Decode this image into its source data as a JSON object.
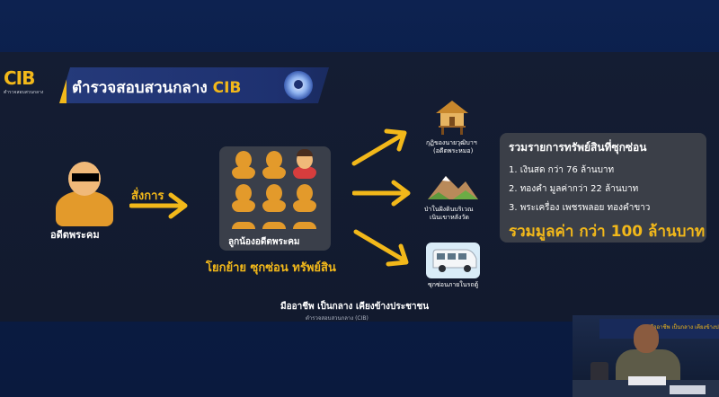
{
  "header": {
    "logo_big": "CIB",
    "logo_small": "ตำรวจสอบสวนกลาง",
    "title_main": "ตำรวจสอบสวนกลาง ",
    "title_accent": "CIB"
  },
  "left_person": {
    "label": "อดีตพระคม"
  },
  "command": {
    "label": "สั่งการ"
  },
  "group": {
    "label": "ลูกน้องอดีตพระคม"
  },
  "action": {
    "label": "โยกย้าย ซุกซ่อน ทรัพย์สิน"
  },
  "locations": [
    {
      "caption_1": "กุฏิของนายวุฒิบาฯ",
      "caption_2": "(อดีตพระหมอ)"
    },
    {
      "caption_1": "ป่าในฝังดินบริเวณ",
      "caption_2": "เนินเขาหลังวัด"
    },
    {
      "caption_1": "ซุกซ่อนภายในรถตู้",
      "caption_2": ""
    }
  ],
  "assets": {
    "title": "รวมรายการทรัพย์สินที่ซุกซ่อน",
    "items": [
      "1. เงินสด กว่า 76 ล้านบาท",
      "2. ทองคำ มูลค่ากว่า 22 ล้านบาท",
      "3. พระเครื่อง เพชรพลอย ทองคำขาว"
    ],
    "total": "รวมมูลค่า กว่า 100 ล้านบาท"
  },
  "footer": {
    "slogan": "มืออาชีพ เป็นกลาง เคียงข้างประชาชน",
    "sub": "ตำรวจสอบสวนกลาง (CIB)"
  },
  "pip": {
    "banner": "มืออาชีพ เป็นกลาง เคียงข้างประชาชน"
  },
  "colors": {
    "accent": "#f2b81a",
    "navy": "#1e3170",
    "robe": "#e39a2b"
  }
}
